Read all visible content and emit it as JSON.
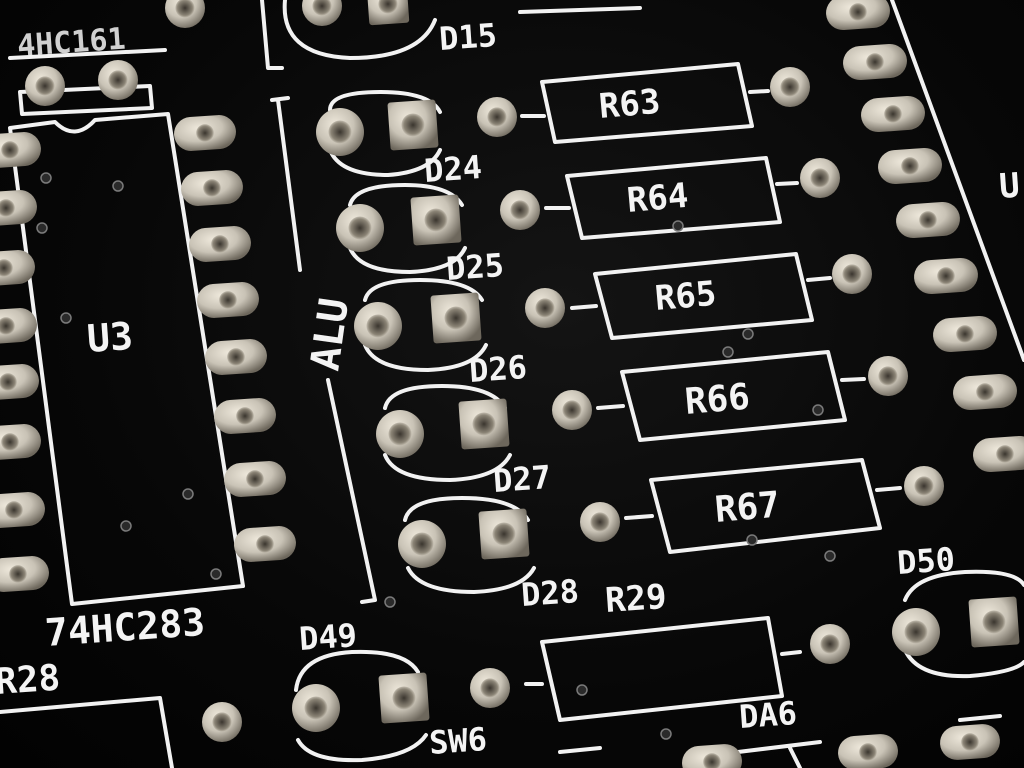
{
  "scene": "close-up photograph of a black printed circuit board with white silkscreen and through-hole pads",
  "colors": {
    "board": "#050505",
    "silkscreen": "#f2f2f2",
    "pad_silver": "#c9c3b6",
    "pad_shadow": "#6d675c"
  },
  "labels": {
    "u3": "U3",
    "u3_part": "74HC283",
    "top_chip_part": "4HC161",
    "alu": "ALU",
    "d15": "D15",
    "d24": "D24",
    "d25": "D25",
    "d26": "D26",
    "d27": "D27",
    "d28": "D28",
    "d49": "D49",
    "d50": "D50",
    "r28": "R28",
    "r29": "R29",
    "r63": "R63",
    "r64": "R64",
    "r65": "R65",
    "r66": "R66",
    "r67": "R67",
    "sw6": "SW6",
    "da6": "DA6",
    "u_right": "U"
  }
}
